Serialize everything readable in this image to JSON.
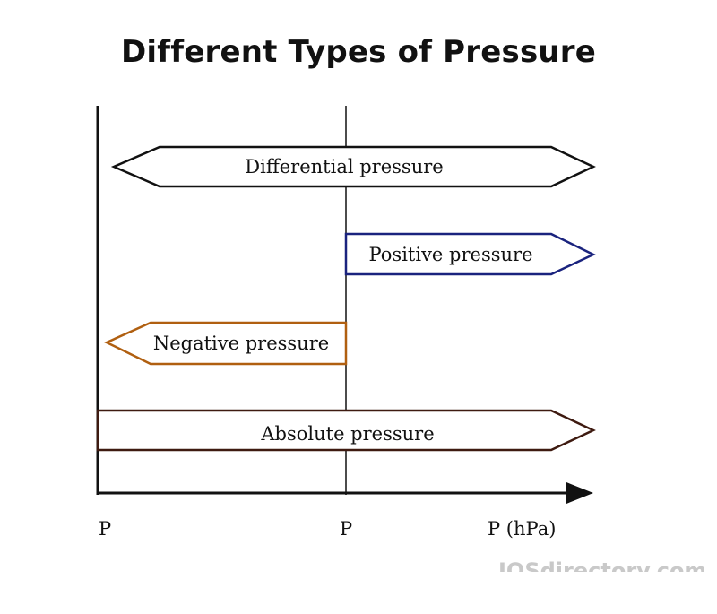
{
  "title": "Different Types of Pressure",
  "shapes": {
    "differential": {
      "label": "Differential pressure",
      "color": "#111111"
    },
    "positive": {
      "label": "Positive pressure",
      "color": "#1a237e"
    },
    "negative": {
      "label": "Negative pressure",
      "color": "#b05f10"
    },
    "absolute": {
      "label": "Absolute pressure",
      "color": "#3e1a10"
    }
  },
  "axis": {
    "tick_left": "P",
    "tick_mid": "P",
    "tick_right": "P (hPa)"
  },
  "watermark": "IQSdirectory.com"
}
